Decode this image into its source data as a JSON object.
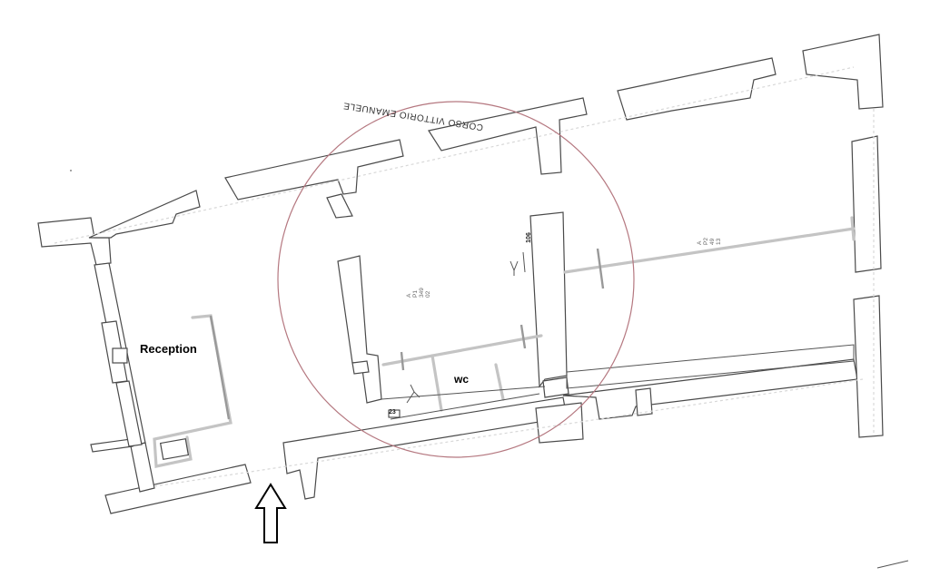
{
  "street_name": "CORSO VITTORIO EMANUELE",
  "rooms": {
    "reception": "Reception",
    "wc": "wc"
  },
  "annotations": {
    "height_mark": "106",
    "small_mark": "23",
    "room_code_center_a": "A",
    "room_code_center_b": "P1",
    "room_code_center_c": "349",
    "room_code_center_d": "02",
    "room_code_right_a": "A",
    "room_code_right_b": "P2",
    "room_code_right_c": "49",
    "room_code_right_d": "13"
  },
  "colors": {
    "wall_stroke": "#4a4a4a",
    "pipe": "#c4c4c4",
    "circle": "#b57880",
    "arrow": "#000000"
  },
  "icons": {
    "entrance": "entrance-arrow-icon",
    "highlight": "highlight-circle"
  }
}
